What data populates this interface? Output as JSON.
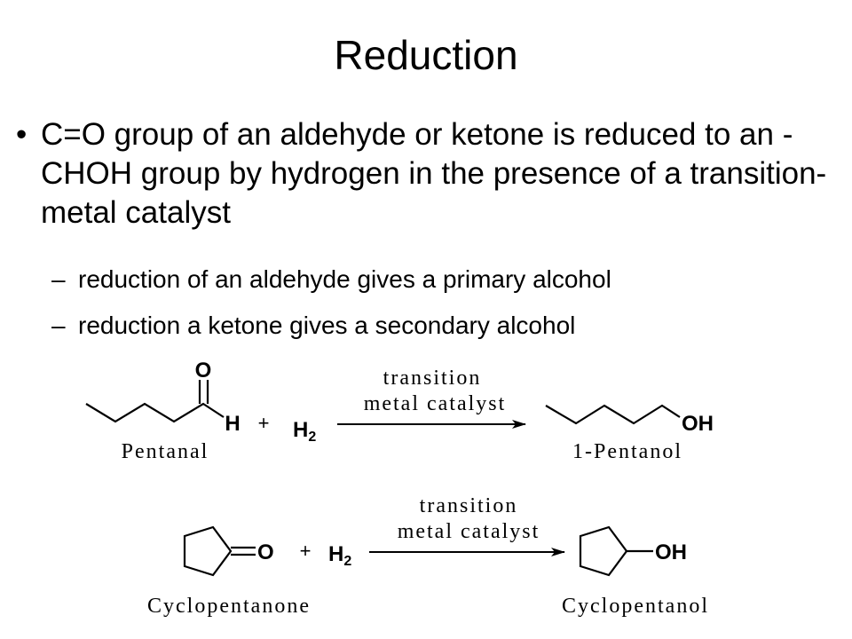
{
  "slide": {
    "title": "Reduction",
    "bullet": {
      "symbol": "•",
      "text": "C=O group of an aldehyde or ketone is reduced to an -CHOH group by hydrogen in the presence of a transition-metal catalyst"
    },
    "sub_bullets": [
      {
        "symbol": "–",
        "text": "reduction of an aldehyde gives a primary alcohol"
      },
      {
        "symbol": "–",
        "text": "reduction a ketone gives a secondary alcohol"
      }
    ]
  },
  "reactions": [
    {
      "reactant_name": "Pentanal",
      "reactant_atoms": {
        "carbonyl_o": "O",
        "aldehyde_h": "H"
      },
      "plus": "+",
      "reagent": {
        "main": "H",
        "sub": "2"
      },
      "condition_line1": "transition",
      "condition_line2": "metal catalyst",
      "product_atom": "OH",
      "product_name": "1-Pentanol"
    },
    {
      "reactant_name": "Cyclopentanone",
      "reactant_atoms": {
        "carbonyl_o": "O"
      },
      "plus": "+",
      "reagent": {
        "main": "H",
        "sub": "2"
      },
      "condition_line1": "transition",
      "condition_line2": "metal catalyst",
      "product_atom": "OH",
      "product_name": "Cyclopentanol"
    }
  ]
}
